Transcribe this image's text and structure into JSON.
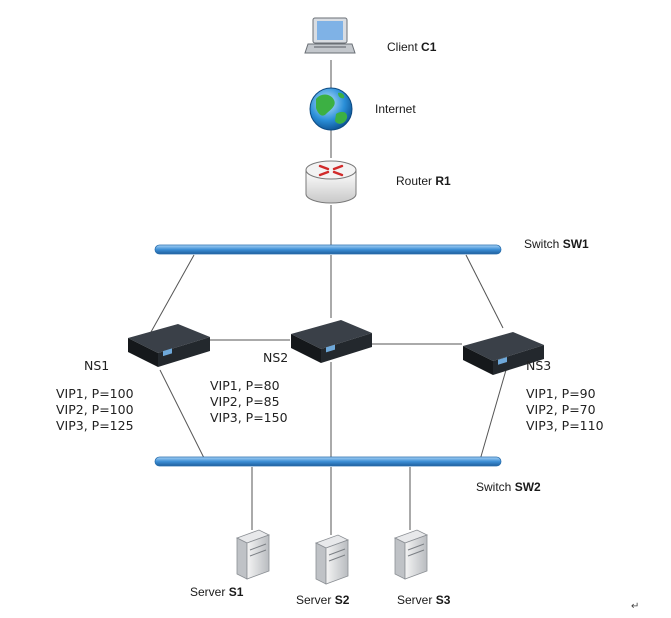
{
  "client": {
    "prefix": "Client",
    "id": "C1"
  },
  "internet": {
    "label": "Internet"
  },
  "router": {
    "prefix": "Router",
    "id": "R1"
  },
  "switch1": {
    "prefix": "Switch",
    "id": "SW1"
  },
  "switch2": {
    "prefix": "Switch",
    "id": "SW2"
  },
  "ns1": {
    "name": "NS1",
    "vips": [
      "VIP1, P=100",
      "VIP2, P=100",
      "VIP3, P=125"
    ]
  },
  "ns2": {
    "name": "NS2",
    "vips": [
      "VIP1, P=80",
      "VIP2, P=85",
      "VIP3, P=150"
    ]
  },
  "ns3": {
    "name": "NS3",
    "vips": [
      "VIP1, P=90",
      "VIP2, P=70",
      "VIP3, P=110"
    ]
  },
  "servers": [
    {
      "prefix": "Server",
      "id": "S1"
    },
    {
      "prefix": "Server",
      "id": "S2"
    },
    {
      "prefix": "Server",
      "id": "S3"
    }
  ],
  "return_mark": "↵",
  "colors": {
    "bus": "#3d8fd6",
    "line": "#555555",
    "appliance": "#1e2226"
  }
}
